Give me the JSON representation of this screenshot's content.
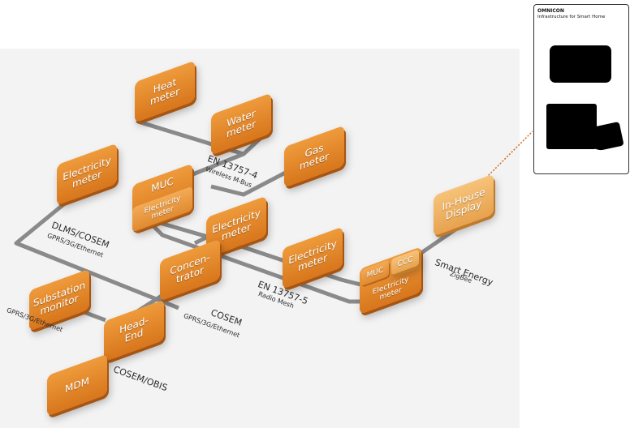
{
  "nodes": {
    "heat_meter": "Heat\nmeter",
    "water_meter": "Water\nmeter",
    "gas_meter": "Gas\nmeter",
    "electricity_meter_left": "Electricity\nmeter",
    "muc_top": "MUC",
    "electricity_meter_sub_top": "Electricity\nmeter",
    "electricity_meter_mid": "Electricity\nmeter",
    "electricity_meter_right": "Electricity\nmeter",
    "concentrator": "Concen-\ntrator",
    "substation_monitor": "Substation\nmonitor",
    "head_end": "Head-\nEnd",
    "mdm": "MDM",
    "in_house_display": "In-House\nDisplay",
    "muc_bottom": "MUC",
    "ccc": "CCC",
    "electricity_meter_sub_bottom": "Electricity\nmeter"
  },
  "labels": {
    "en13757_4": "EN 13757-4",
    "wireless_mbus": "Wireless M-Bus",
    "dlms_cosem": "DLMS/COSEM",
    "gprs_1": "GPRS/3G/Ethernet",
    "en13757_5": "EN 13757-5",
    "radio_mesh": "Radio Mesh",
    "smart_energy": "Smart Energy",
    "zigbee": "ZigBee",
    "cosem": "COSEM",
    "gprs_2": "GPRS/3G/Ethernet",
    "gprs_3": "GPRS/3G/Ethernet",
    "cosem_obis": "COSEM/OBIS"
  },
  "device": {
    "title": "OMNICON",
    "subtitle": "Infrastructure for Smart Home"
  },
  "colors": {
    "box_orange": "#e08428",
    "box_light": "#f0b261",
    "wire": "#8a8a8a",
    "link_dots": "#d2691e"
  }
}
